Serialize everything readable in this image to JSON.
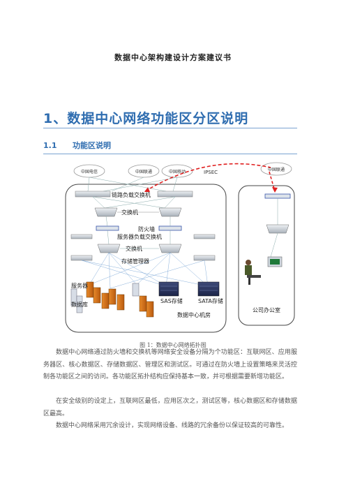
{
  "document": {
    "title": "数据中心架构建设计方案建议书",
    "heading1": "1、数据中心网络功能区分区说明",
    "heading2_num": "1.1",
    "heading2_text": "功能区说明",
    "figure_caption": "图 1：数据中心网络拓扑图",
    "paragraphs": [
      "数据中心网络通过防火墙和交换机等网络安全设备分隔为个功能区：互联网区、应用服务器区、核心数据区、存储数据区、管理区和测试区。可通过在防火墙上设置策略来灵活控制各功能区之间的访问。各功能区拓扑结构应保持基本一致，并可根据需要新增功能区。",
      "在安全级别的设定上，互联网区最低，应用区次之，测试区等，核心数据区和存储数据区最高。",
      "数据中心网络采用冗余设计，实现网络设备、线路的冗余备份以保证较高的可靠性。"
    ]
  },
  "diagram": {
    "isp_labels": [
      "中国电信",
      "中国联通",
      "中国移动",
      "中国联通"
    ],
    "ipsec_label": "IPSEC",
    "labels": {
      "link_lb": "链路负载交换机",
      "switch1": "交换机",
      "firewall": "防火墙",
      "server_lb": "服务器负载交换机",
      "switch2": "交换机",
      "storage_mgr": "存储管理器",
      "servers": "服务器",
      "database": "数据库",
      "sas": "SAS存储",
      "sata": "SATA存储",
      "dc_room": "数据中心机房",
      "office": "公司办公室"
    },
    "colors": {
      "ipsec_line": "#e02020",
      "dc_border": "#444444",
      "device": "#cfd4da"
    }
  }
}
